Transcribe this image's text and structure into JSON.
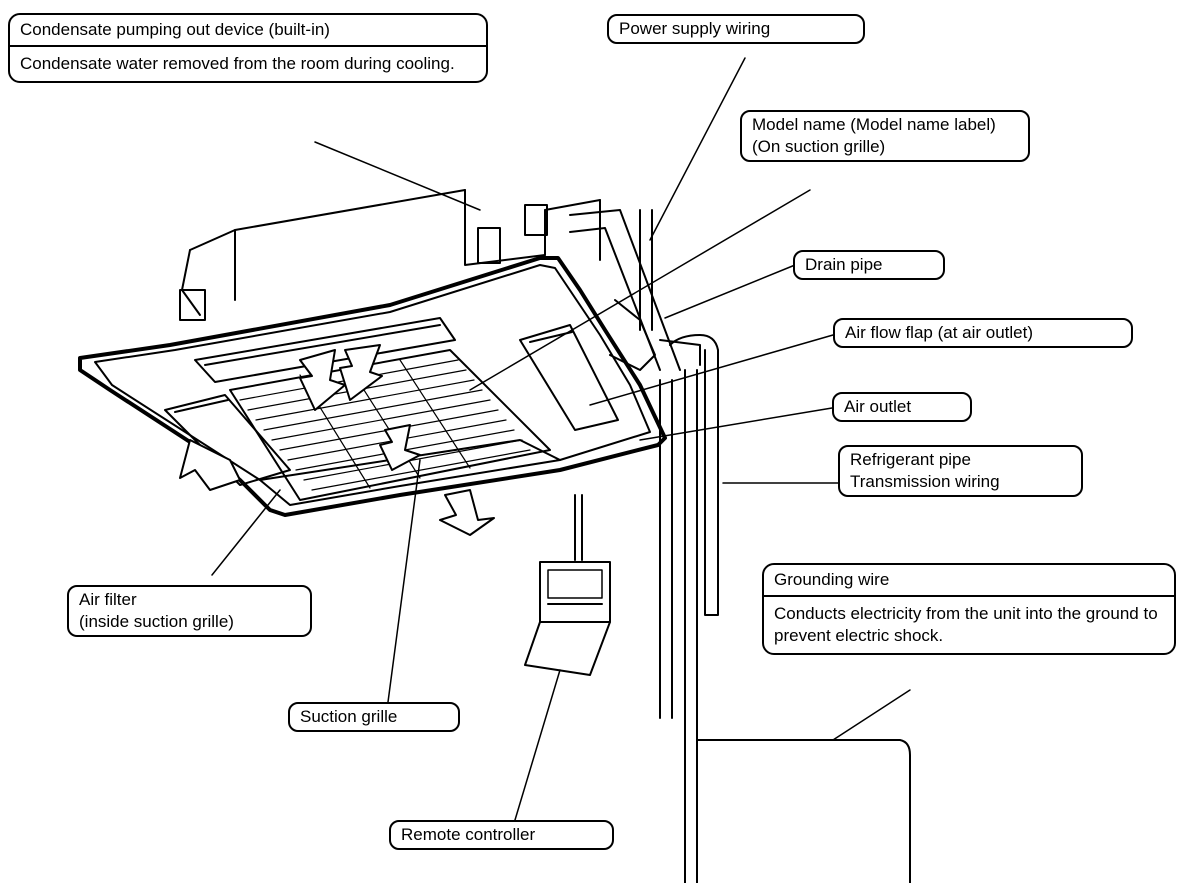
{
  "labels": {
    "condensate_pump": {
      "title": "Condensate pumping out device (built-in)",
      "description": "Condensate water removed from the room during cooling."
    },
    "power_supply": "Power supply wiring",
    "model_name": {
      "line1": "Model name (Model name label)",
      "line2": "(On suction grille)"
    },
    "drain_pipe": "Drain pipe",
    "air_flow_flap": "Air flow flap (at air outlet)",
    "air_outlet": "Air outlet",
    "refrigerant_pipe": {
      "line1": "Refrigerant pipe",
      "line2": "Transmission wiring"
    },
    "grounding_wire": {
      "title": "Grounding wire",
      "description": "Conducts electricity from the unit into the ground to prevent electric shock."
    },
    "air_filter": {
      "line1": "Air filter",
      "line2": "(inside suction grille)"
    },
    "suction_grille": "Suction grille",
    "remote_controller": "Remote controller"
  },
  "colors": {
    "stroke": "#000000",
    "background": "#ffffff"
  }
}
